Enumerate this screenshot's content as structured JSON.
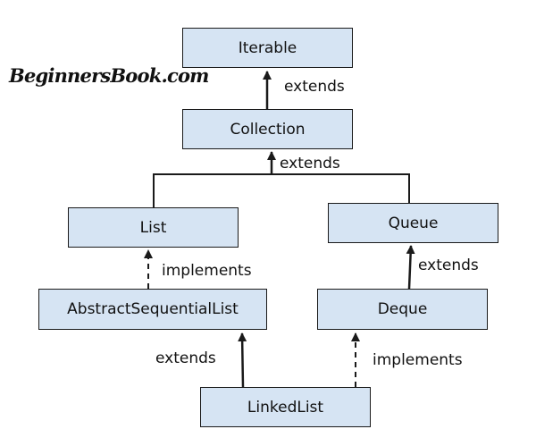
{
  "logo": "BeginnersBook.com",
  "nodes": {
    "iterable": "Iterable",
    "collection": "Collection",
    "list": "List",
    "queue": "Queue",
    "abstract_sequential_list": "AbstractSequentialList",
    "deque": "Deque",
    "linked_list": "LinkedList"
  },
  "edges": {
    "collection_to_iterable": "extends",
    "list_queue_to_collection": "extends",
    "abstract_sequential_list_to_list": "implements",
    "deque_to_queue": "extends",
    "linked_list_to_abstract_sequential_list": "extends",
    "linked_list_to_deque": "implements"
  },
  "colors": {
    "node_fill": "#d6e4f3",
    "stroke": "#1a1a1a"
  }
}
